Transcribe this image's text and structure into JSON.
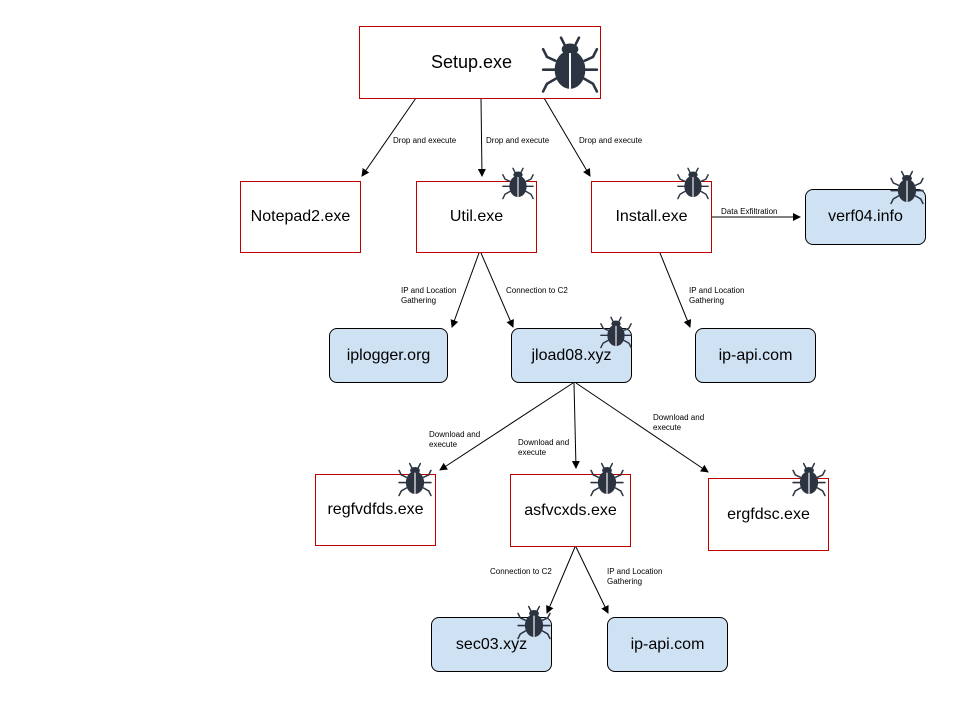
{
  "nodes": {
    "setup": "Setup.exe",
    "notepad2": "Notepad2.exe",
    "util": "Util.exe",
    "install": "Install.exe",
    "verf04": "verf04.info",
    "iplogger": "iplogger.org",
    "jload08": "jload08.xyz",
    "ipapi1": "ip-api.com",
    "regfvdfds": "regfvdfds.exe",
    "asfvcxds": "asfvcxds.exe",
    "ergfdsc": "ergfdsc.exe",
    "sec03": "sec03.xyz",
    "ipapi2": "ip-api.com"
  },
  "edges": {
    "setup_notepad": "Drop and execute",
    "setup_util": "Drop and execute",
    "setup_install": "Drop and execute",
    "install_verf": "Data Exfiltration",
    "util_iplogger": "IP and Location Gathering",
    "util_jload": "Connection to C2",
    "install_ipapi": "IP and Location Gathering",
    "jload_regfv": "Download and execute",
    "jload_asfv": "Download and execute",
    "jload_ergf": "Download and execute",
    "asfv_sec": "Connection to C2",
    "asfv_ipapi": "IP and Location Gathering"
  },
  "colors": {
    "file_border": "#c00000",
    "domain_fill": "#cfe2f3",
    "bug": "#2b3440"
  },
  "icons": [
    "bug-icon"
  ]
}
